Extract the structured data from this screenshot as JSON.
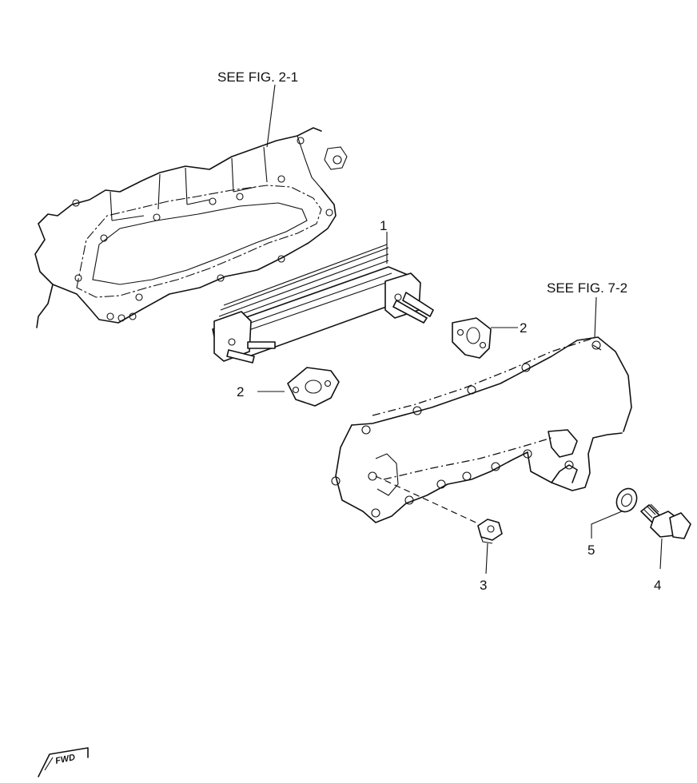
{
  "references": {
    "cylinder_head": "SEE FIG. 2-1",
    "exhaust_manifold": "SEE FIG. 7-2"
  },
  "callouts": {
    "cooler": "1",
    "gasket_right": "2",
    "gasket_left": "2",
    "nut": "3",
    "plug": "4",
    "washer": "5"
  },
  "fwd_mark": "FWD"
}
